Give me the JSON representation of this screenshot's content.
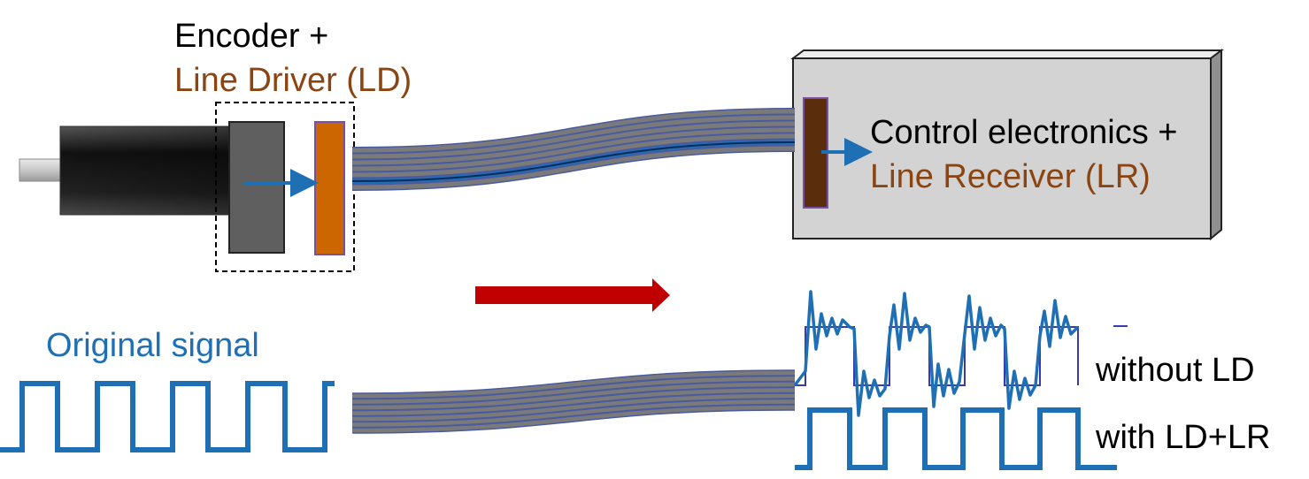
{
  "encoder": {
    "line1": "Encoder +",
    "line2": "Line Driver (LD)"
  },
  "control": {
    "line1": "Control electronics +",
    "line2": "Line Receiver (LR)"
  },
  "signal": {
    "original": "Original signal",
    "without": "without LD",
    "with": "with LD+LR"
  },
  "colors": {
    "signal_blue": "#1f6fb5",
    "cable_gray": "#7a7a7a",
    "driver_orange": "#cc6600",
    "receiver_brown": "#5a2d0c",
    "label_brown": "#8b4513",
    "arrow_red": "#c00000",
    "box_gray": "#d3d3d3"
  }
}
